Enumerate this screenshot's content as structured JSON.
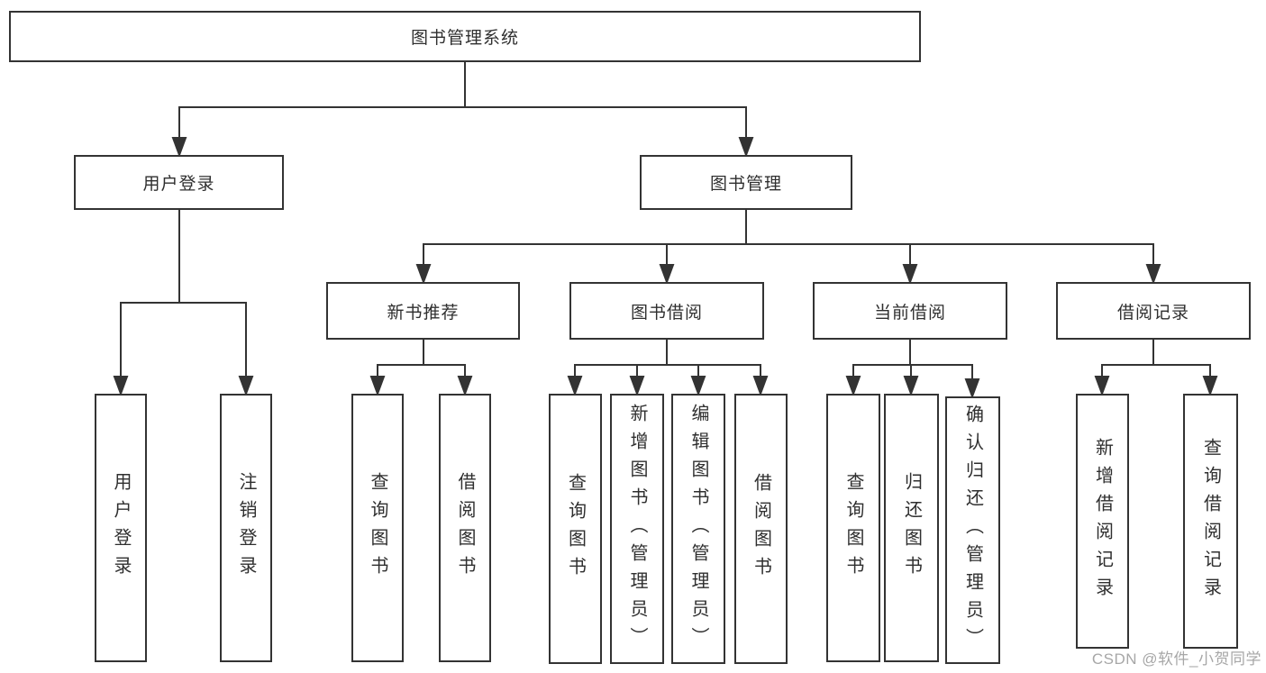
{
  "diagram": {
    "tree": {
      "label": "图书管理系统",
      "children": [
        {
          "label": "用户登录",
          "children": [
            {
              "label": "用户登录"
            },
            {
              "label": "注销登录"
            }
          ]
        },
        {
          "label": "图书管理",
          "children": [
            {
              "label": "新书推荐",
              "children": [
                {
                  "label": "查询图书"
                },
                {
                  "label": "借阅图书"
                }
              ]
            },
            {
              "label": "图书借阅",
              "children": [
                {
                  "label": "查询图书"
                },
                {
                  "label": "新增图书（管理员）"
                },
                {
                  "label": "编辑图书（管理员）"
                },
                {
                  "label": "借阅图书"
                }
              ]
            },
            {
              "label": "当前借阅",
              "children": [
                {
                  "label": "查询图书"
                },
                {
                  "label": "归还图书"
                },
                {
                  "label": "确认归还（管理员）"
                }
              ]
            },
            {
              "label": "借阅记录",
              "children": [
                {
                  "label": "新增借阅记录"
                },
                {
                  "label": "查询借阅记录"
                }
              ]
            }
          ]
        }
      ]
    },
    "colors": {
      "line": "#333333",
      "box_border": "#333333",
      "text": "#2f2f2f",
      "background": "#ffffff",
      "watermark": "#a7a7a7"
    },
    "watermark": "CSDN @软件_小贺同学"
  }
}
